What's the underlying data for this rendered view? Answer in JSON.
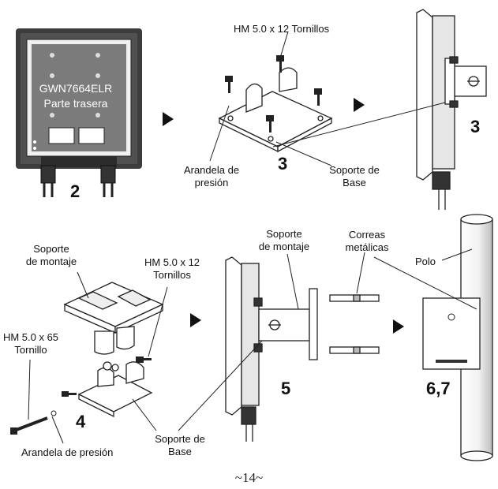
{
  "step_numbers": [
    "2",
    "3",
    "3",
    "4",
    "5",
    "6,7"
  ],
  "panel1": {
    "model": "GWN7664ELR",
    "side": "Parte trasera"
  },
  "screws_top": "HM 5.0 x 12 Tornillos",
  "washer_top": [
    "Arandela de",
    "presión"
  ],
  "base_top": [
    "Soporte de",
    "Base"
  ],
  "mount_bracket_left": [
    "Soporte",
    "de montaje"
  ],
  "screws_left": [
    "HM 5.0 x 12",
    "Tornillos"
  ],
  "bolt_left": [
    "HM 5.0 x 65",
    "Tornillo"
  ],
  "washer_bottom": "Arandela de presión",
  "base_bottom": [
    "Soporte de",
    "Base"
  ],
  "mount_bracket_mid": [
    "Soporte",
    "de montaje"
  ],
  "straps": [
    "Correas",
    "metálicas"
  ],
  "pole": "Polo",
  "page_number": "~14~",
  "colors": {
    "line": "#222222",
    "device_dark": "#3a3a3a",
    "device_face": "#e6e6e6",
    "background": "#ffffff"
  }
}
